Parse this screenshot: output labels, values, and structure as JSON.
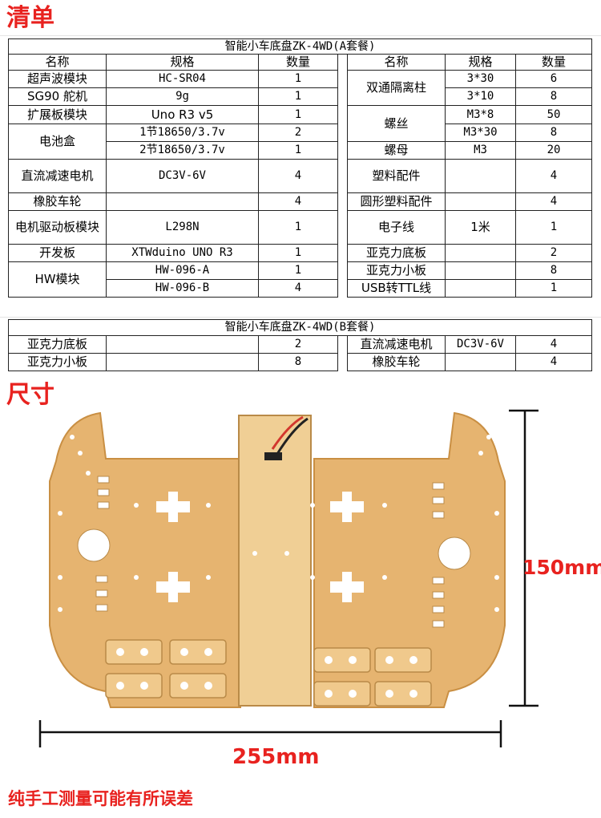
{
  "headings": {
    "list": "清单",
    "size": "尺寸"
  },
  "tableA": {
    "caption": "智能小车底盘ZK-4WD(A套餐)",
    "headers": [
      "名称",
      "规格",
      "数量",
      "名称",
      "规格",
      "数量"
    ],
    "left": [
      {
        "name": "超声波模块",
        "spec": "HC-SR04",
        "qty": "1"
      },
      {
        "name": "SG90 舵机",
        "spec": "9g",
        "qty": "1"
      },
      {
        "name": "扩展板模块",
        "spec": "Uno R3 v5",
        "qty": "1"
      },
      {
        "name": "电池盒",
        "specs": [
          "1节18650/3.7v",
          "2节18650/3.7v"
        ],
        "qtys": [
          "2",
          "1"
        ]
      },
      {
        "name": "直流减速电机",
        "spec": "DC3V-6V",
        "qty": "4"
      },
      {
        "name": "橡胶车轮",
        "spec": "",
        "qty": "4"
      },
      {
        "name": "电机驱动板模块",
        "spec": "L298N",
        "qty": "1"
      },
      {
        "name": "开发板",
        "spec": "XTWduino UNO R3",
        "qty": "1"
      },
      {
        "name": "HW模块",
        "specs": [
          "HW-096-A",
          "HW-096-B"
        ],
        "qtys": [
          "1",
          "4"
        ]
      }
    ],
    "right": [
      {
        "name": "双通隔离柱",
        "specs": [
          "3*30",
          "3*10"
        ],
        "qtys": [
          "6",
          "8"
        ]
      },
      {
        "name": "螺丝",
        "specs": [
          "M3*8",
          "M3*30"
        ],
        "qtys": [
          "50",
          "8"
        ]
      },
      {
        "name": "螺母",
        "spec": "M3",
        "qty": "20"
      },
      {
        "name": "塑料配件",
        "spec": "",
        "qty": "4"
      },
      {
        "name": "圆形塑料配件",
        "spec": "",
        "qty": "4"
      },
      {
        "name": "电子线",
        "spec": "1米",
        "qty": "1"
      },
      {
        "name": "亚克力底板",
        "spec": "",
        "qty": "2"
      },
      {
        "name": "亚克力小板",
        "spec": "",
        "qty": "8"
      },
      {
        "name": "USB转TTL线",
        "spec": "",
        "qty": "1"
      }
    ]
  },
  "tableB": {
    "caption": "智能小车底盘ZK-4WD(B套餐)",
    "rows": [
      {
        "name": "亚克力底板",
        "spec": "",
        "qty": "2",
        "name2": "直流减速电机",
        "spec2": "DC3V-6V",
        "qty2": "4"
      },
      {
        "name": "亚克力小板",
        "spec": "",
        "qty": "8",
        "name2": "橡胶车轮",
        "spec2": "",
        "qty2": "4"
      }
    ]
  },
  "dimensions": {
    "height": "150mm",
    "width": "255mm"
  },
  "note": "纯手工测量可能有所误差",
  "colors": {
    "accent": "#e8221f",
    "acrylic": "#e6b470"
  }
}
